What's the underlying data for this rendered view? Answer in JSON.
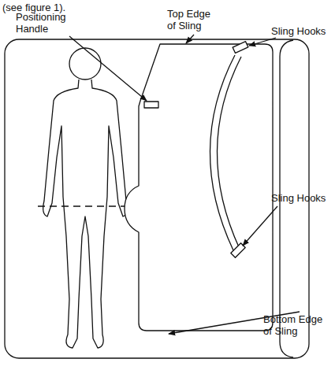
{
  "diagram": {
    "labels": [
      "(see figure 1).",
      "Positioning Handle",
      "Top Edge of Sling",
      "Sling Hooks",
      "Sling Hooks",
      "Bottom Edge of Sling"
    ]
  }
}
